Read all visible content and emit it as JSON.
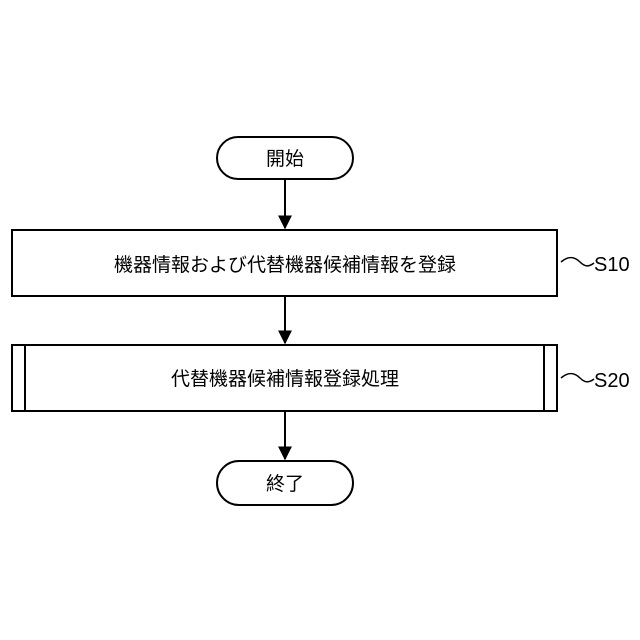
{
  "flowchart": {
    "start": {
      "label": "開始"
    },
    "steps": [
      {
        "id": "S10",
        "label": "機器情報および代替機器候補情報を登録",
        "kind": "process"
      },
      {
        "id": "S20",
        "label": "代替機器候補情報登録処理",
        "kind": "predefined-process"
      }
    ],
    "end": {
      "label": "終了"
    },
    "edges": [
      {
        "from": "start",
        "to": "S10"
      },
      {
        "from": "S10",
        "to": "S20"
      },
      {
        "from": "S20",
        "to": "end"
      }
    ]
  }
}
